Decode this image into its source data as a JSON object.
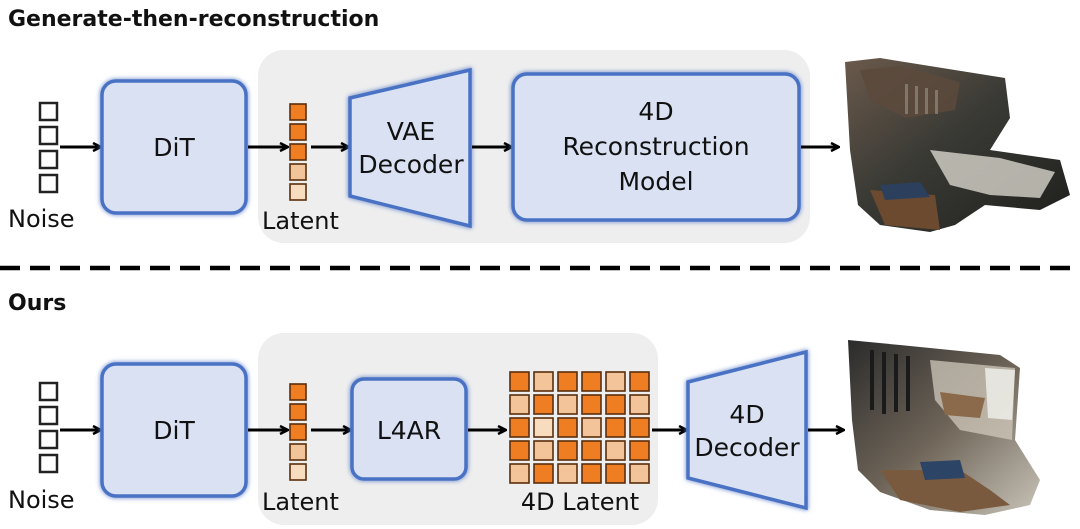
{
  "top": {
    "title": "Generate-then-reconstruction",
    "noise_label": "Noise",
    "dit_label": "DiT",
    "latent_label": "Latent",
    "vae": {
      "line1": "VAE",
      "line2": "Decoder"
    },
    "recon": {
      "line1": "4D",
      "line2": "Reconstruction",
      "line3": "Model"
    }
  },
  "separator": "dashed",
  "bottom": {
    "title": "Ours",
    "noise_label": "Noise",
    "dit_label": "DiT",
    "latent_label": "Latent",
    "l4ar_label": "L4AR",
    "latent4d_label": "4D Latent",
    "decoder": {
      "line1": "4D",
      "line2": "Decoder"
    }
  },
  "colors": {
    "box_fill": "#d9e1f3",
    "box_stroke": "#4a72c4",
    "panel_fill": "#eeeeee",
    "latent_orange": "#ef7d22",
    "latent_light": "#f3c49a",
    "latent_peach": "#f8dcc0"
  },
  "latent_grid_shades": [
    [
      "dark",
      "light",
      "dark",
      "dark",
      "light",
      "dark"
    ],
    [
      "light",
      "dark",
      "light",
      "dark",
      "dark",
      "light"
    ],
    [
      "dark",
      "peach",
      "dark",
      "light",
      "dark",
      "dark"
    ],
    [
      "dark",
      "light",
      "dark",
      "dark",
      "light",
      "dark"
    ],
    [
      "light",
      "dark",
      "light",
      "dark",
      "dark",
      "light"
    ]
  ],
  "latent_column_shades": [
    "dark",
    "dark",
    "dark",
    "light",
    "peach"
  ]
}
